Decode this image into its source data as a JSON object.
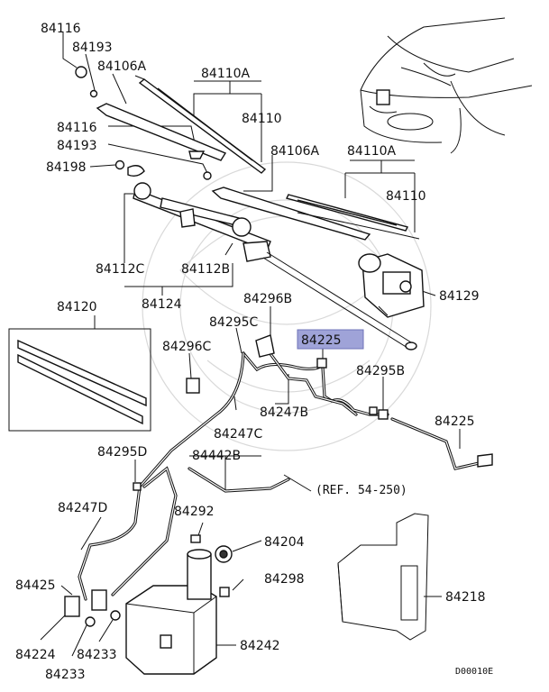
{
  "labels": {
    "l84116_a": "84116",
    "l84193_a": "84193",
    "l84106A_a": "84106A",
    "l84110A_a": "84110A",
    "l84110_a": "84110",
    "l84116_b": "84116",
    "l84193_b": "84193",
    "l84198": "84198",
    "l84106A_b": "84106A",
    "l84110A_b": "84110A",
    "l84110_b": "84110",
    "l84112C": "84112C",
    "l84112B": "84112B",
    "l84124": "84124",
    "l84129": "84129",
    "l84120": "84120",
    "l84296B": "84296B",
    "l84295C": "84295C",
    "l84296C": "84296C",
    "l84225_a": "84225",
    "l84295B": "84295B",
    "l84247B": "84247B",
    "l84247C": "84247C",
    "l84225_b": "84225",
    "l84295D": "84295D",
    "l84442B": "84442B",
    "ref_note": "(REF. 54-250)",
    "l84247D": "84247D",
    "l84292": "84292",
    "l84204": "84204",
    "l84425": "84425",
    "l84298": "84298",
    "l84218": "84218",
    "l84224": "84224",
    "l84233_a": "84233",
    "l84233_b": "84233",
    "l84242": "84242",
    "diagram_code": "D00010E"
  },
  "highlight_color": "#9fa3d8"
}
